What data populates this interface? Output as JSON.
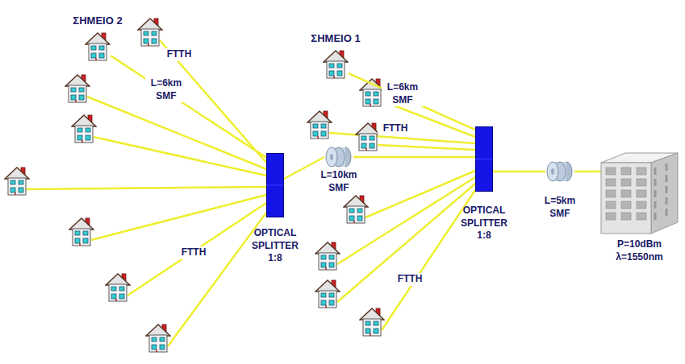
{
  "diagram": {
    "nodes": [
      {
        "text": [
          "ΣΗΜΕΙΟ 2"
        ]
      },
      {
        "text": [
          "ΣΗΜΕΙΟ 1"
        ]
      },
      {
        "text": [
          "L=10km SMF"
        ]
      },
      {
        "text": [
          "OPTICAL SPLITTER 1:8"
        ]
      },
      {
        "text": [
          "OPTICAL SPLITTER 1:8"
        ]
      },
      {
        "text": [
          "L=5km SMF"
        ]
      },
      {
        "text": [
          "P=10dBm λ=1550nm"
        ]
      }
    ],
    "edges": [
      {
        "from": 6,
        "to": 5,
        "arrow": "none"
      },
      {
        "from": 5,
        "to": 4,
        "arrow": "none"
      },
      {
        "from": 4,
        "to": 2,
        "arrow": "none"
      },
      {
        "from": 2,
        "to": 3,
        "arrow": "none"
      },
      {
        "from": 4,
        "to": 1,
        "arrow": "none"
      },
      {
        "from": 3,
        "to": 0,
        "arrow": "none"
      }
    ],
    "labels": [
      "FTTH",
      "L=6km SMF",
      "L=6km SMF",
      "FTTH",
      "FTTH",
      "FTTH"
    ]
  }
}
